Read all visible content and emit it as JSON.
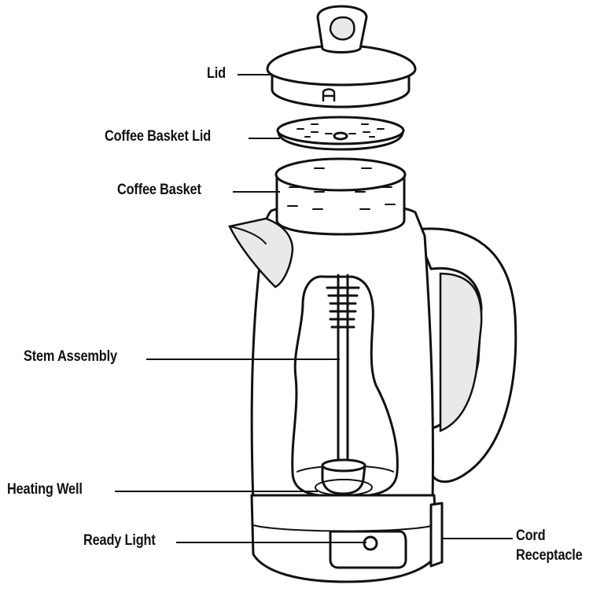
{
  "labels": {
    "lid": "Lid",
    "coffee_basket_lid": "Coffee Basket Lid",
    "coffee_basket": "Coffee Basket",
    "stem_assembly": "Stem Assembly",
    "heating_well": "Heating Well",
    "ready_light": "Ready Light",
    "cord_receptacle_line1": "Cord",
    "cord_receptacle_line2": "Receptacle"
  }
}
